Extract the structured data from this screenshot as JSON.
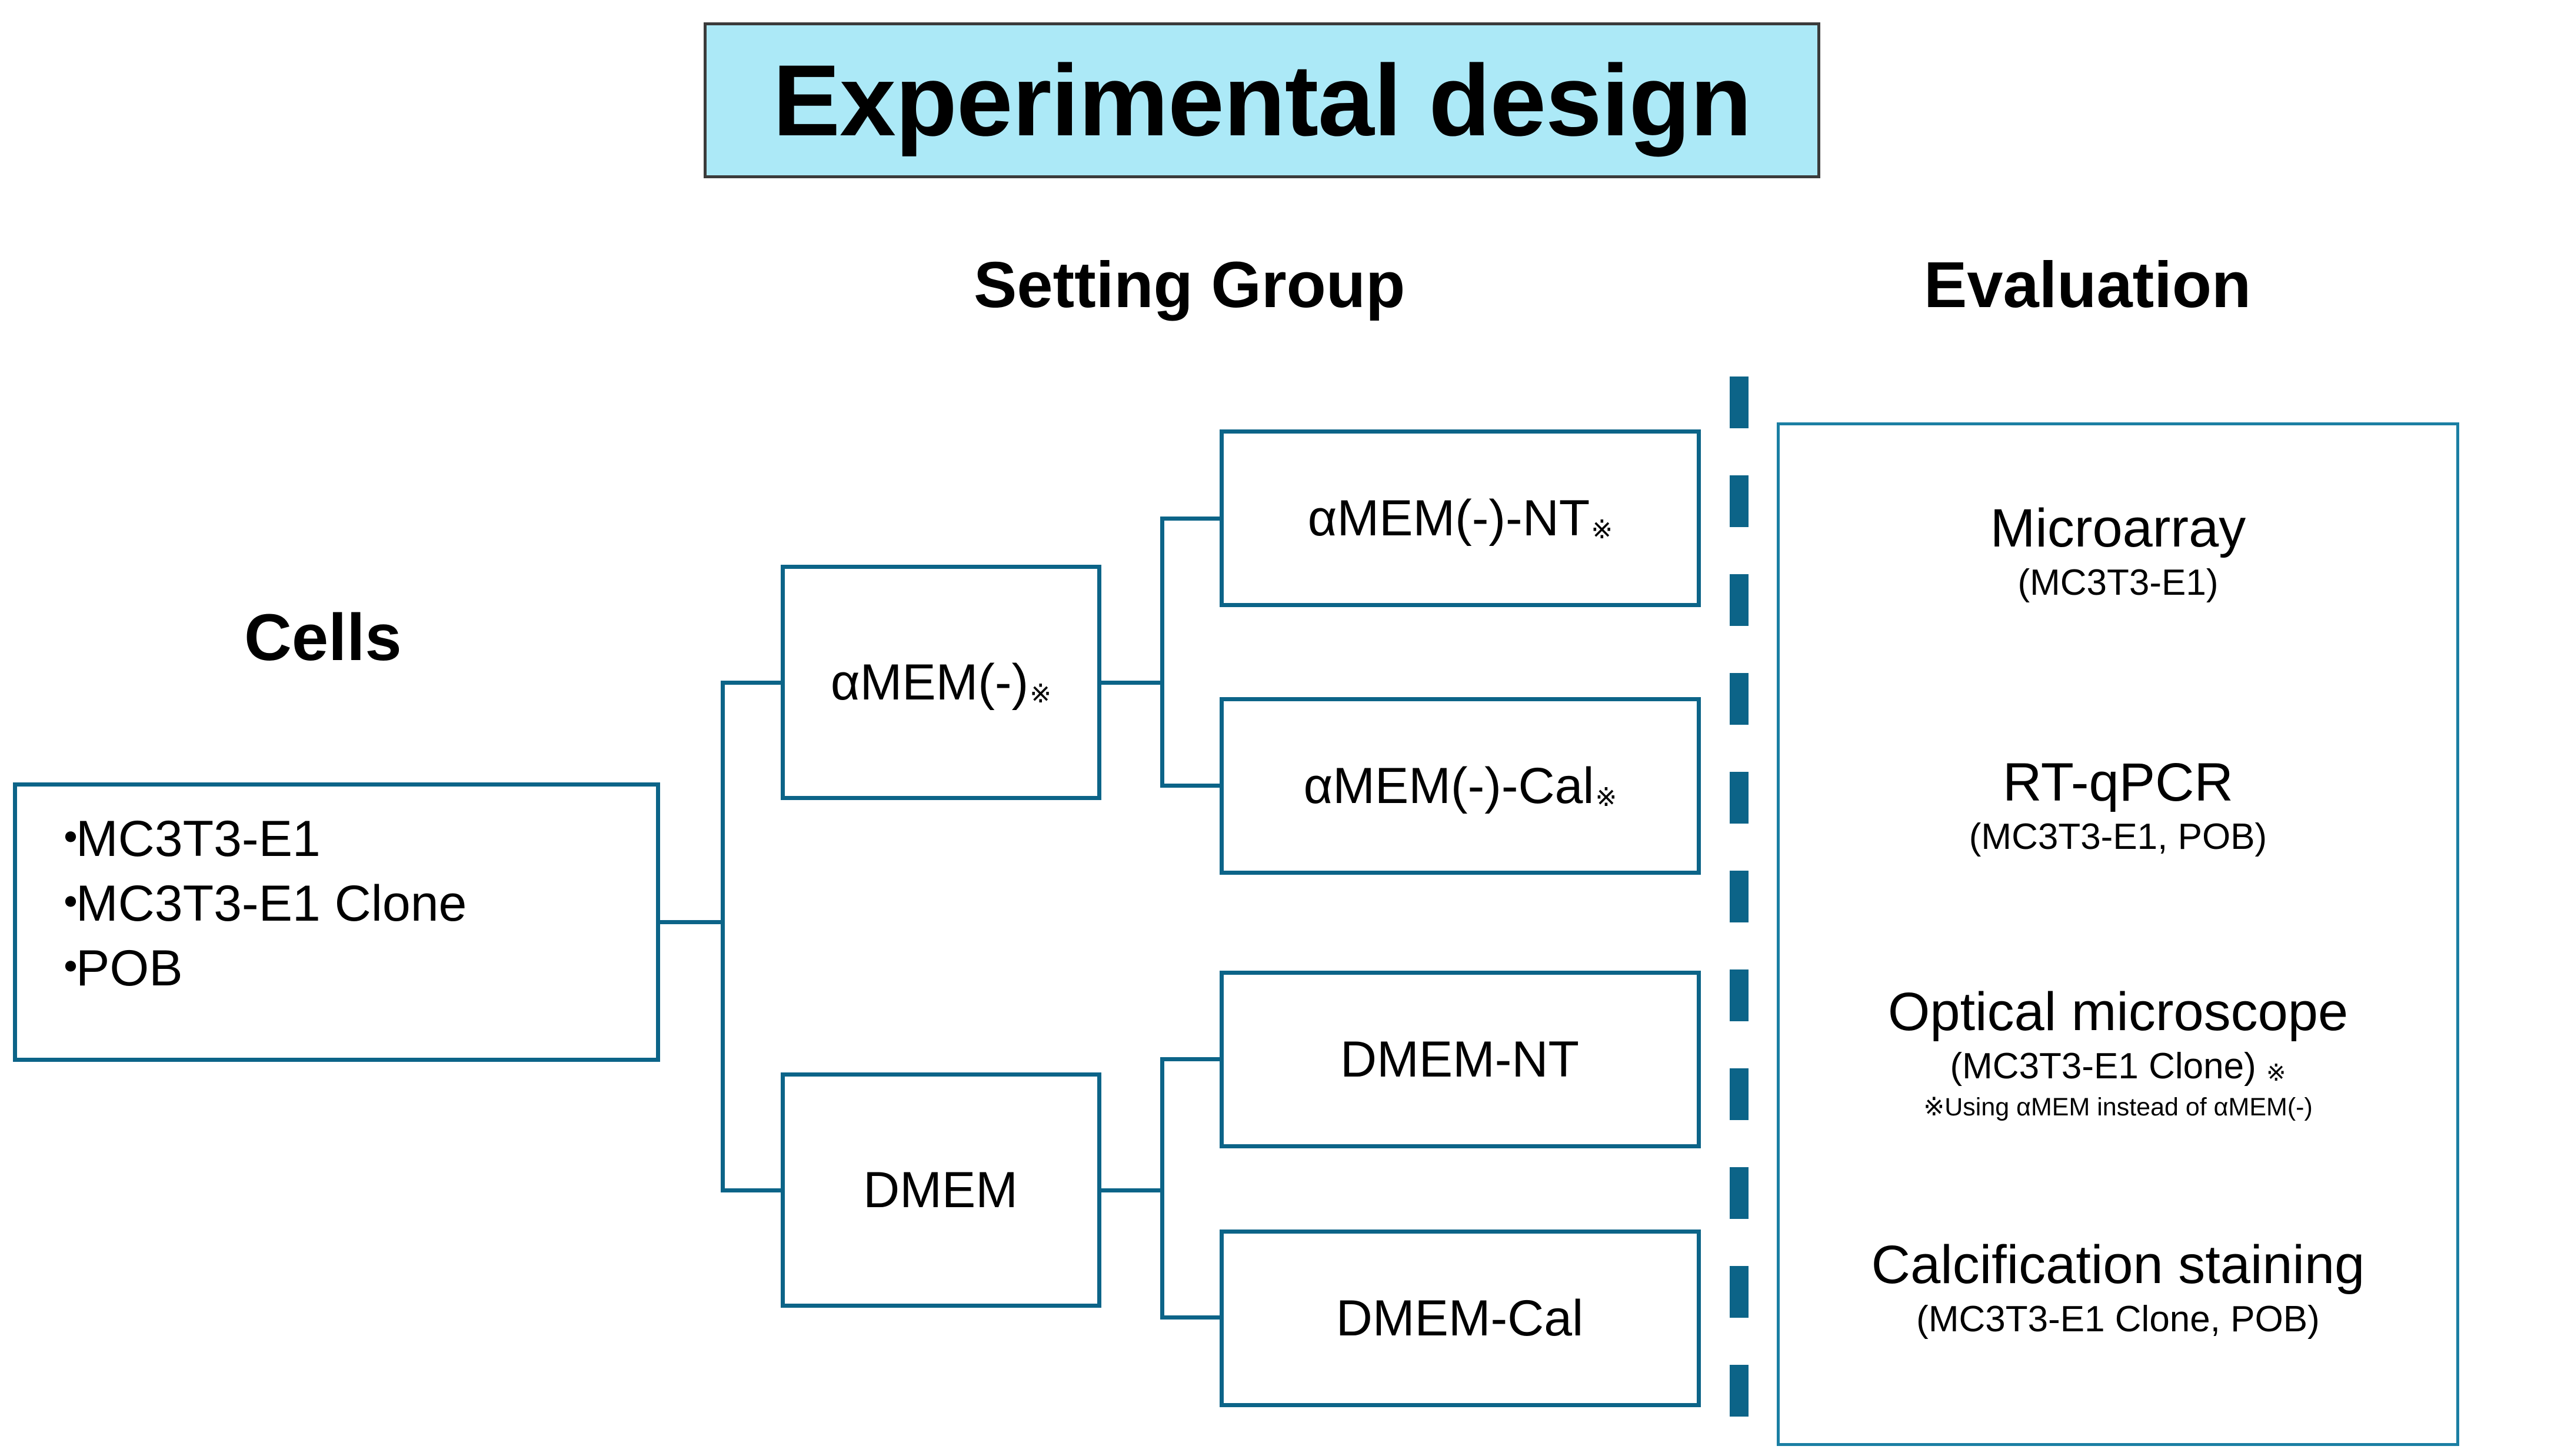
{
  "title": {
    "text": "Experimental design",
    "fill_color": "#ACE9F7",
    "border_color": "#3b3b3b"
  },
  "accent_color": "#0C6488",
  "headings": {
    "cells": "Cells",
    "setting_group": "Setting Group",
    "evaluation": "Evaluation"
  },
  "cells_box": {
    "bullet": "・",
    "items": [
      "MC3T3-E1",
      "MC3T3-E1 Clone",
      "POB"
    ]
  },
  "media": [
    {
      "label": "αMEM(-)",
      "mark": "※"
    },
    {
      "label": "DMEM",
      "mark": ""
    }
  ],
  "groups": [
    {
      "label": "αMEM(-)-NT",
      "mark": "※"
    },
    {
      "label": "αMEM(-)-Cal",
      "mark": "※"
    },
    {
      "label": "DMEM-NT",
      "mark": ""
    },
    {
      "label": "DMEM-Cal",
      "mark": ""
    }
  ],
  "evaluation": {
    "items": [
      {
        "title": "Microarray",
        "subtitle": "(MC3T3-E1)",
        "mark": "",
        "note": ""
      },
      {
        "title": "RT-qPCR",
        "subtitle": "(MC3T3-E1, POB)",
        "mark": "",
        "note": ""
      },
      {
        "title": "Optical microscope",
        "subtitle": "(MC3T3-E1 Clone)",
        "mark": "※",
        "note": "※Using αMEM instead of αMEM(-)"
      },
      {
        "title": "Calcification staining",
        "subtitle": "(MC3T3-E1 Clone, POB)",
        "mark": "",
        "note": ""
      }
    ]
  }
}
